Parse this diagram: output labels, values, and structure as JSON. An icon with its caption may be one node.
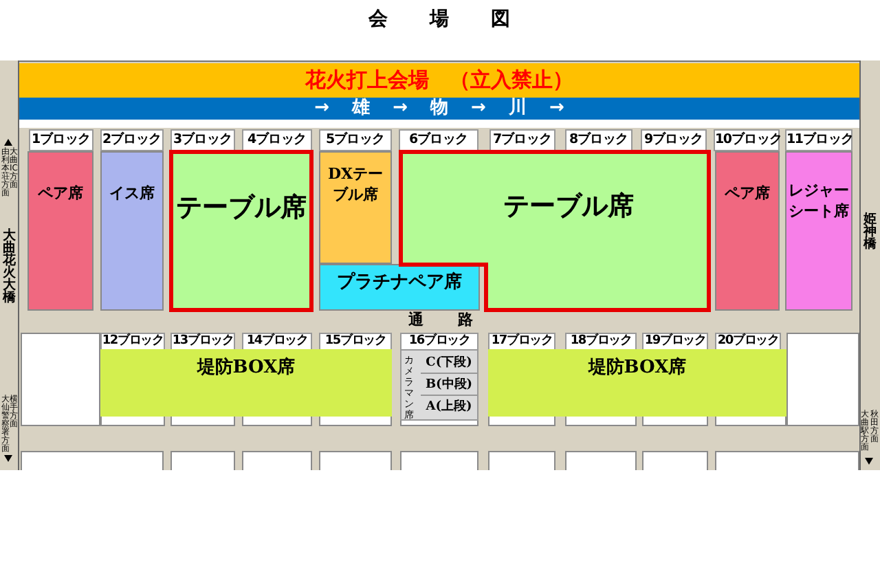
{
  "diagram": {
    "title": "会場図",
    "nodes": [
      {
        "text": [
          "花火打上会場　（立入禁止）"
        ]
      },
      {
        "text": [
          "→ 雄 → 物 → 川 →"
        ]
      },
      {
        "text": [
          "大曲花火大橋"
        ]
      },
      {
        "text": [
          "1ブロック"
        ]
      },
      {
        "text": [
          "2ブロック"
        ]
      },
      {
        "text": [
          "3ブロック"
        ]
      },
      {
        "text": [
          "4ブロック"
        ]
      },
      {
        "text": [
          "5ブロック"
        ]
      },
      {
        "text": [
          "6ブロック"
        ]
      },
      {
        "text": [
          "7ブロック"
        ]
      },
      {
        "text": [
          "8ブロック"
        ]
      },
      {
        "text": [
          "9ブロック"
        ]
      },
      {
        "text": [
          "10ブロック"
        ]
      },
      {
        "text": [
          "11ブロック"
        ]
      },
      {
        "text": [
          "ペア席"
        ]
      },
      {
        "text": [
          "イス席"
        ]
      },
      {
        "text": [
          "テーブル席"
        ]
      },
      {
        "text": [
          "DXテーブル席"
        ]
      },
      {
        "text": [
          "テーブル席"
        ]
      },
      {
        "text": [
          "ペア席"
        ]
      },
      {
        "text": [
          "レジャーシート席"
        ]
      },
      {
        "text": [
          "プラチナペア席"
        ]
      },
      {
        "text": [
          "姫神橋"
        ]
      },
      {
        "text": [],
        "shape": "box"
      },
      {
        "text": [
          "12ブロック"
        ]
      },
      {
        "text": [
          "13ブロック"
        ]
      },
      {
        "text": [
          "14ブロック"
        ]
      },
      {
        "text": [
          "15ブロック"
        ]
      },
      {
        "text": [
          "16ブロック"
        ]
      },
      {
        "text": [
          "17ブロック"
        ]
      },
      {
        "text": [
          "18ブロック"
        ]
      },
      {
        "text": [
          "19ブロック"
        ]
      },
      {
        "text": [
          "20ブロック"
        ]
      },
      {
        "text": [],
        "shape": "box"
      },
      {
        "text": [
          "堤防BOX席"
        ]
      },
      {
        "text": [
          "カメラマン席"
        ]
      },
      {
        "text": [
          "C(下段)"
        ],
        "in": 35
      },
      {
        "text": [
          "B(中段)"
        ],
        "in": 35
      },
      {
        "text": [
          "A(上段)"
        ],
        "in": 35
      },
      {
        "text": [
          "堤防BOX席"
        ]
      },
      {
        "text": [],
        "shape": "box"
      },
      {
        "text": [],
        "shape": "box"
      },
      {
        "text": [],
        "shape": "box"
      },
      {
        "text": [],
        "shape": "box"
      },
      {
        "text": [],
        "shape": "box"
      },
      {
        "text": [],
        "shape": "box"
      },
      {
        "text": [],
        "shape": "box"
      },
      {
        "text": [],
        "shape": "box"
      },
      {
        "text": [],
        "shape": "box"
      }
    ],
    "labels": [
      "大曲IC方面",
      "由利本荘方面",
      "通路",
      "横手方面",
      "大仙警察署方面",
      "秋田方面",
      "大曲駅方面"
    ]
  }
}
